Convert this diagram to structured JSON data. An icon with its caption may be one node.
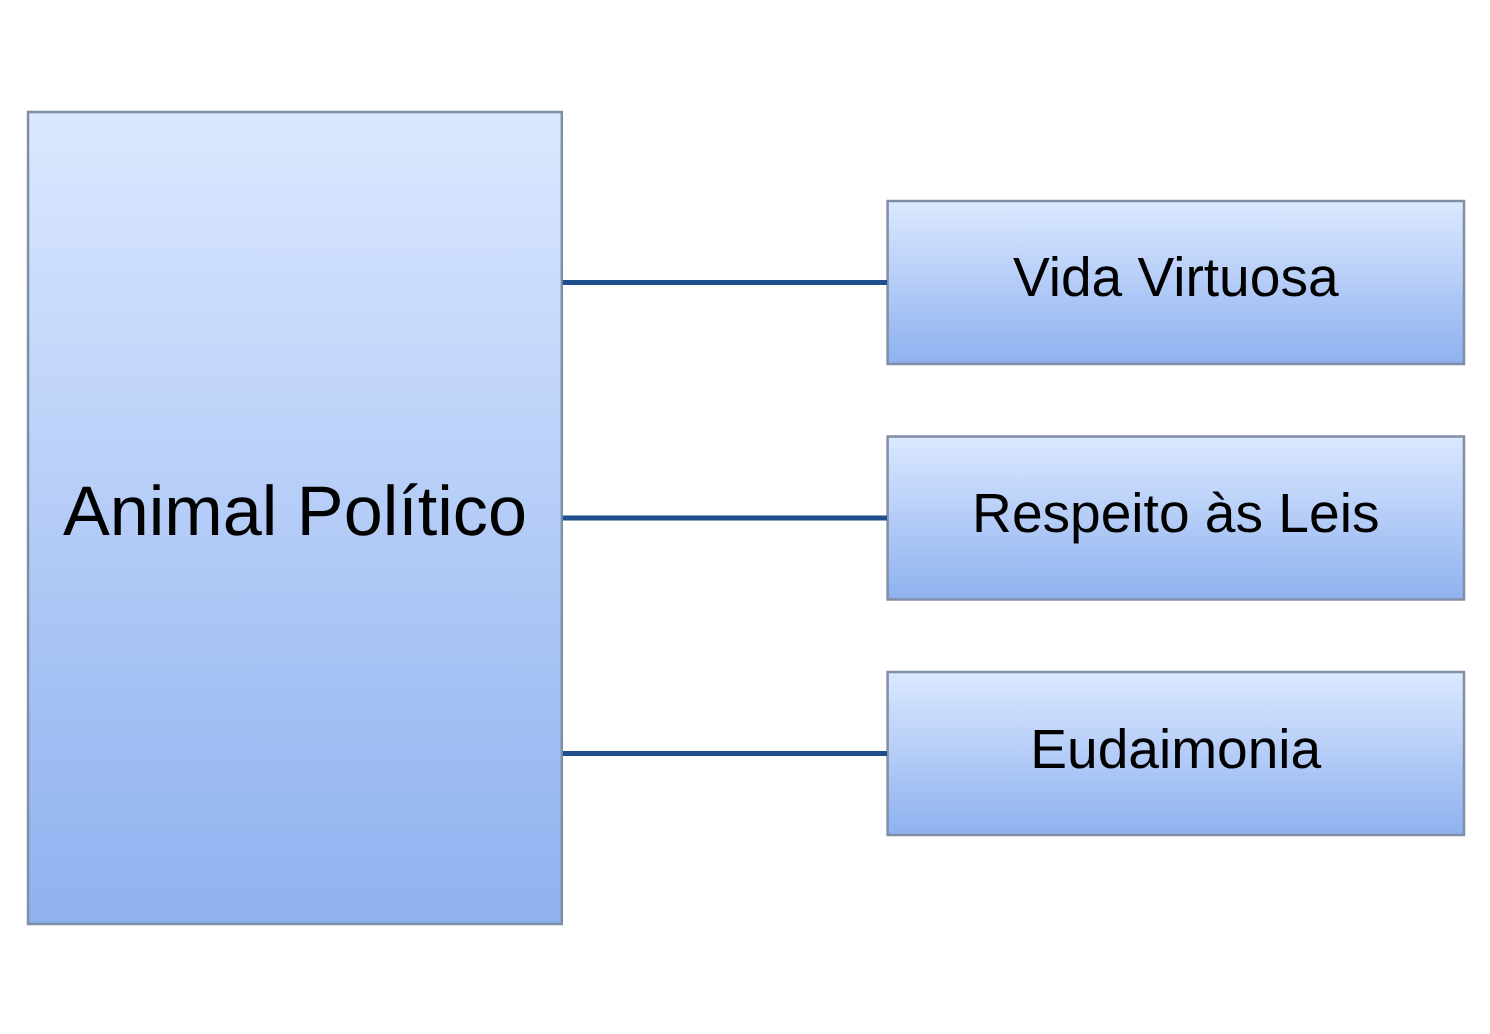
{
  "diagram": {
    "nodes": [
      {
        "text": [
          "Animal Político"
        ]
      },
      {
        "text": [
          "Vida Virtuosa"
        ]
      },
      {
        "text": [
          "Respeito às Leis"
        ]
      },
      {
        "text": [
          "Eudaimonia"
        ]
      }
    ],
    "edges": [
      {
        "from": 0,
        "to": 1,
        "arrow": "none"
      },
      {
        "from": 0,
        "to": 2,
        "arrow": "none"
      },
      {
        "from": 0,
        "to": 3,
        "arrow": "none"
      }
    ]
  }
}
